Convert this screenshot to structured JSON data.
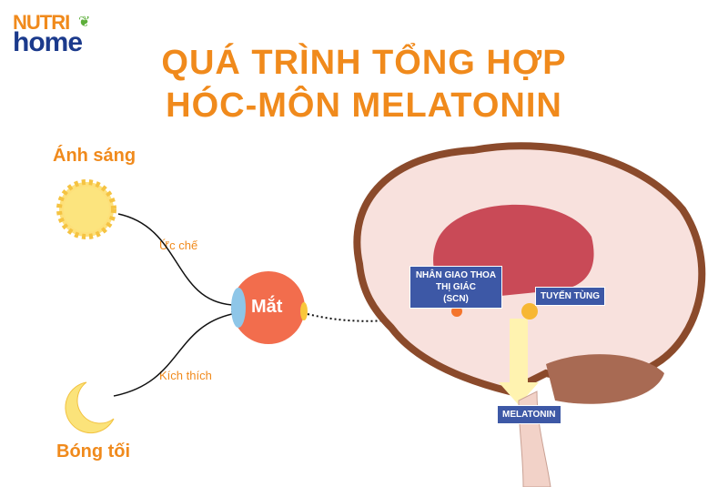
{
  "logo": {
    "top": "NUTRI",
    "bottom": "home"
  },
  "title": {
    "line1": "QUÁ TRÌNH TỔNG HỢP",
    "line2": "HÓC-MÔN MELATONIN"
  },
  "left": {
    "light": "Ánh sáng",
    "dark": "Bóng tối",
    "inhibit": "Ức chế",
    "stimulate": "Kích thích",
    "eye": "Mắt"
  },
  "brain": {
    "scn": [
      "NHÂN GIAO THOA",
      "THỊ GIÁC",
      "(SCN)"
    ],
    "pineal": "TUYẾN TÙNG",
    "melatonin": "MELATONIN"
  },
  "colors": {
    "orange": "#f08a1c",
    "navy": "#1b3a8c",
    "box": "#3d58a6"
  }
}
